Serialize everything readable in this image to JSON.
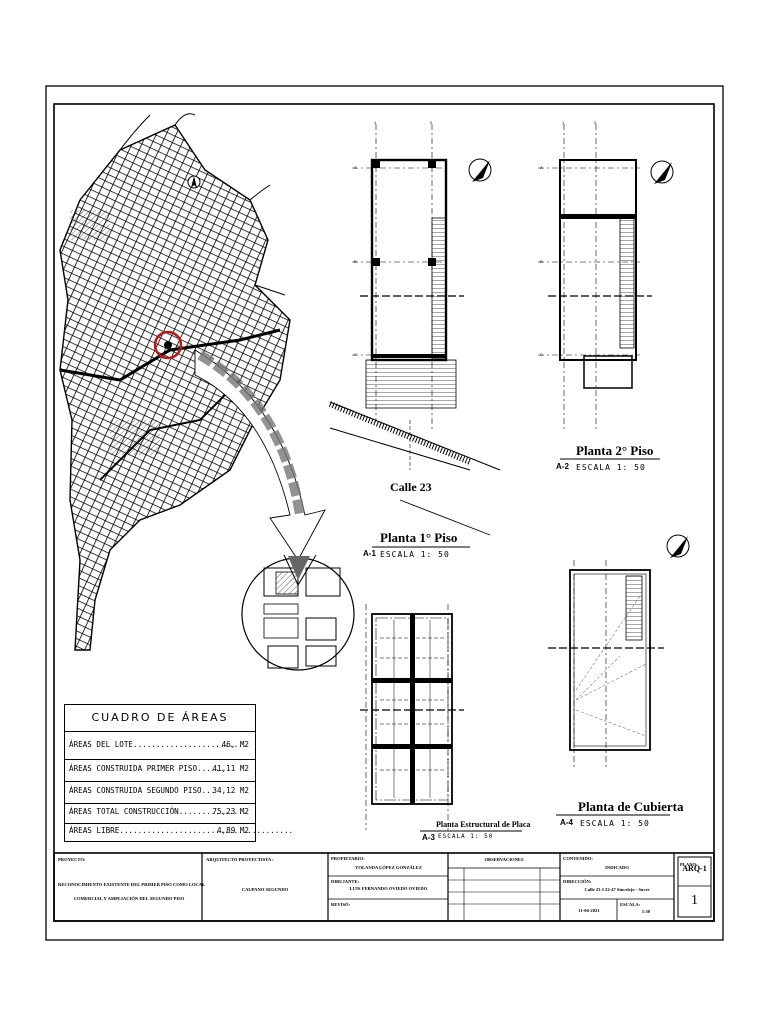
{
  "plans": {
    "p1": {
      "title": "Planta 1° Piso",
      "code": "A-1",
      "scale": "ESCALA   1:  50",
      "street": "Calle 23"
    },
    "p2": {
      "title": "Planta 2° Piso",
      "code": "A-2",
      "scale": "ESCALA   1:  50"
    },
    "p3": {
      "title": "Planta  Estructural de Placa",
      "code": "A-3",
      "scale": "ESCALA   1:  50"
    },
    "p4": {
      "title": "Planta de Cubierta",
      "code": "A-4",
      "scale": "ESCALA   1:  50"
    }
  },
  "grid": {
    "a": "A",
    "b": "B",
    "c": "C",
    "n1": "1",
    "n2": "2"
  },
  "areas": {
    "title": "CUADRO DE ÁREAS",
    "rows": [
      {
        "label": "ÁREAS DEL LOTE.........................",
        "value": "46, M2"
      },
      {
        "label": "ÁREAS CONSTRUIDA PRIMER PISO......",
        "value": "41,11 M2"
      },
      {
        "label": "ÁREAS CONSTRUIDA SEGUNDO PISO...",
        "value": "34,12 M2"
      },
      {
        "label": "ÁREAS TOTAL CONSTRUCCIÓN...............",
        "value": "75,23 M2"
      },
      {
        "label": "ÁREAS LIBRE......................................",
        "value": "4,89 M2"
      }
    ]
  },
  "title_block": {
    "proyecto_h": "PROYECTO:",
    "proyecto_1": "RECONOCIMIENTO EXISTENTE  DEL PRIMER PISO COMO LOCAL",
    "proyecto_2": "COMERCIAL Y AMPLIACIÓN DEL SEGUNDO PISO",
    "arq_h": "ARQUITECTO PROYECTISTA :",
    "arq_v": "CAUPANO SEGUNDO",
    "prop_h": "PROPIETARIO:",
    "prop_v": "YOLANDA LÓPEZ GONZÁLEZ",
    "dib_h": "DIBUJANTE:",
    "dib_v": "LUIS FERNANDO OVIEDO OVIEDO",
    "rev_h": "REVISÓ:",
    "obs_h": "OBSERVACIONES",
    "cont_h": "CONTENIDO:",
    "cont_v": "INDICADO",
    "dir_h": "DIRECCIÓN:",
    "dir_v": "Calle 23 # 22-47 Sincelejo - Sucre",
    "date_v": "11-06-2021",
    "esc_h": "ESCALA:",
    "esc_v": "1:50",
    "sheet_v": "ARQ-1",
    "plano_h": "PLANO:",
    "num_v": "1"
  }
}
